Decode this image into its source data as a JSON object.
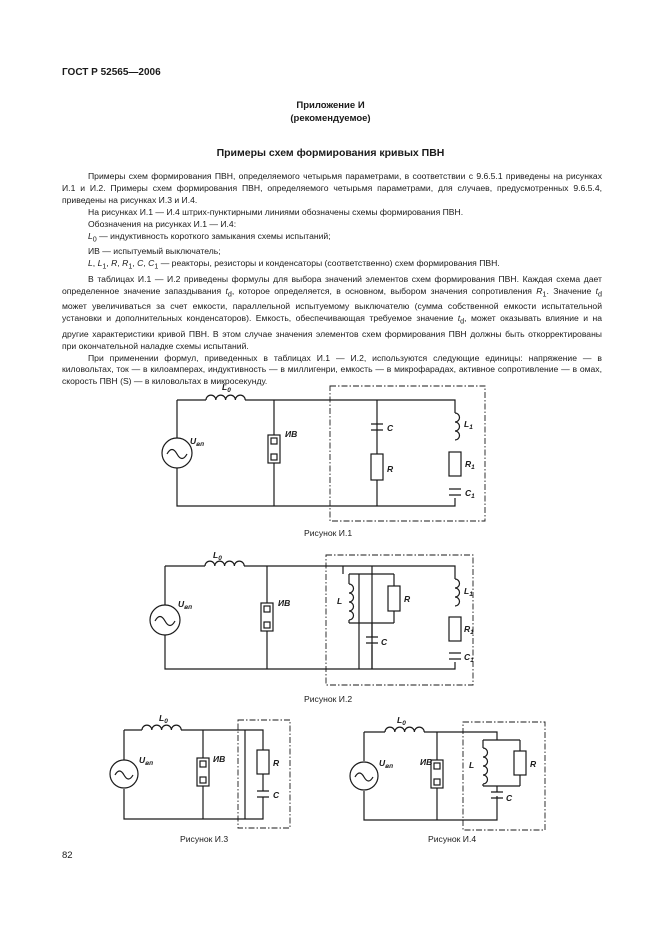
{
  "header": {
    "standard": "ГОСТ Р 52565—2006"
  },
  "appendix": {
    "title": "Приложение И",
    "status": "(рекомендуемое)"
  },
  "section_title": "Примеры схем формирования кривых ПВН",
  "paragraphs": {
    "p1": "Примеры схем формирования ПВН, определяемого четырьмя параметрами, в соответствии с 9.6.5.1 приведены на рисунках И.1 и И.2. Примеры схем формирования ПВН, определяемого четырьмя параметрами, для случаев, предусмотренных 9.6.5.4, приведены на рисунках И.3 и И.4.",
    "p2": "На рисунках И.1 — И.4 штрих-пунктирными линиями обозначены схемы формирования ПВН.",
    "p3": "Обозначения на рисунках И.1 — И.4:",
    "p4": "— индуктивность короткого замыкания схемы испытаний;",
    "p5": "ИВ — испытуемый выключатель;",
    "p6": "— реакторы, резисторы и конденсаторы (соответственно) схем формирования ПВН.",
    "p7a": "В таблицах И.1 — И.2 приведены формулы для выбора значений элементов схем формирования ПВН. Каждая схема дает определенное значение запаздывания",
    "p7b": ", которое определяется, в основном, выбором значения сопротивления",
    "p7c": ". Значение",
    "p7d": "может увеличиваться за счет емкости, параллельной испытуемому выключателю (сумма собственной емкости испытательной установки и дополнительных конденсаторов). Емкость, обеспечивающая требуемое значение",
    "p7e": ", может оказывать влияние и на другие характеристики кривой ПВН. В этом случае значения элементов схем формирования ПВН должны быть откорректированы при окончательной наладке схемы испытаний.",
    "p8": "При применении формул, приведенных в таблицах И.1 — И.2, используются следующие единицы: напряжение — в киловольтах, ток — в килоамперах, индуктивность — в миллигенри, емкость — в микрофарадах, активное сопротивление — в омах, скорость ПВН (S) — в киловольтах в микросекунду."
  },
  "symbols": {
    "L": "L",
    "C": "C",
    "R": "R",
    "U": "U",
    "t": "t",
    "sub0": "0",
    "sub1": "1",
    "subd": "d",
    "subvp": "вп",
    "sep": ", ",
    "iv": "ИВ"
  },
  "figures": {
    "f1": "Рисунок И.1",
    "f2": "Рисунок И.2",
    "f3": "Рисунок И.3",
    "f4": "Рисунок И.4"
  },
  "page_number": "82"
}
